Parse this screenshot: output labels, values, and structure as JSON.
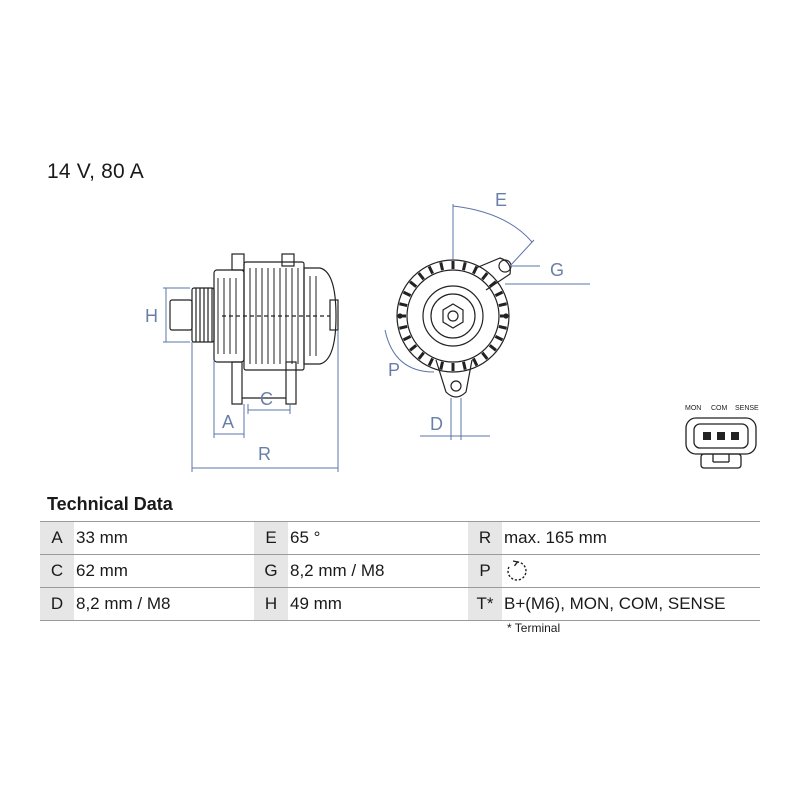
{
  "header": {
    "title": "14 V, 80 A"
  },
  "drawing": {
    "dimension_labels": {
      "H": "H",
      "A": "A",
      "C": "C",
      "R": "R",
      "E": "E",
      "G": "G",
      "P": "P",
      "D": "D"
    },
    "connector_labels": [
      "MON",
      "COM",
      "SENSE"
    ],
    "dimension_color": "#5b74a8"
  },
  "technical_data": {
    "title": "Technical Data",
    "rows": [
      [
        {
          "key": "A",
          "value": "33 mm"
        },
        {
          "key": "E",
          "value": "65 °"
        },
        {
          "key": "R",
          "value": "max. 165 mm"
        }
      ],
      [
        {
          "key": "C",
          "value": "62 mm"
        },
        {
          "key": "G",
          "value": "8,2 mm / M8"
        },
        {
          "key": "P",
          "value": "",
          "icon": "clockwise-rotation-icon"
        }
      ],
      [
        {
          "key": "D",
          "value": "8,2 mm / M8"
        },
        {
          "key": "H",
          "value": "49 mm"
        },
        {
          "key": "T*",
          "value": "B+(M6), MON, COM, SENSE"
        }
      ]
    ],
    "footnote": "* Terminal"
  }
}
